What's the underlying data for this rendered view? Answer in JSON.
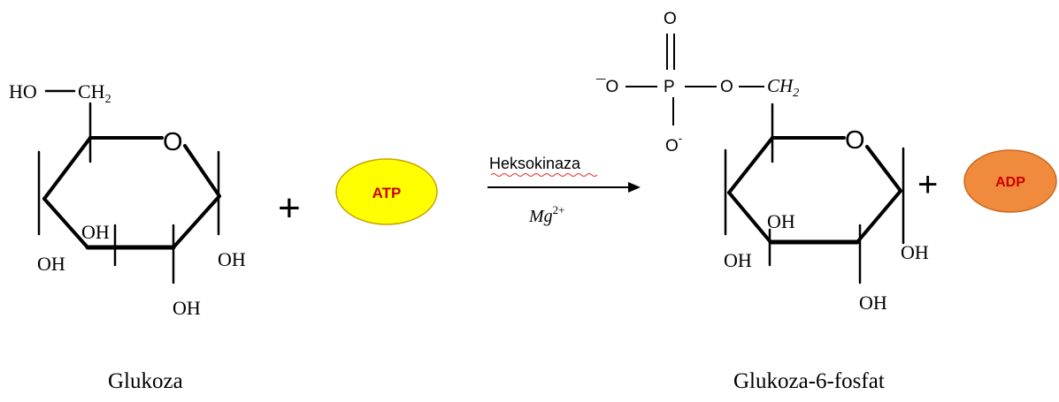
{
  "reactant": {
    "ch2_group": "HO",
    "ch2": "CH",
    "ch2_sub": "2",
    "ring_oxygen": "O",
    "oh": "OH",
    "name": "Glukoza"
  },
  "plus": "+",
  "atp": {
    "label": "ATP",
    "color": "#ffff00",
    "stroke": "#c9a400",
    "text_color": "#cc0000"
  },
  "adp": {
    "label": "ADP",
    "color": "#f08a3c",
    "stroke": "#c96a20",
    "text_color": "#cc0000"
  },
  "arrow": {
    "enzyme": "Heksokinaza",
    "cofactor": "Mg",
    "cofactor_sup": "2+"
  },
  "product": {
    "phosphate_o_top": "O",
    "phosphate_o_left": "¯O",
    "phosphate_p": "P",
    "phosphate_o_bottom": "O",
    "phosphate_o_bottom_charge": "-",
    "bridge_o": "O",
    "ch2": "CH",
    "ch2_sub": "2",
    "ring_oxygen": "O",
    "oh": "OH",
    "name": "Glukoza-6-fosfat"
  }
}
